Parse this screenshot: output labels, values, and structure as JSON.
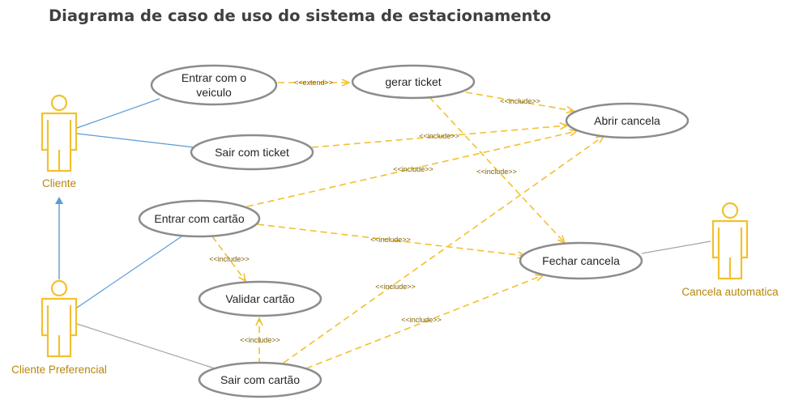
{
  "title": "Diagrama de caso de uso do sistema de estacionamento",
  "colors": {
    "actor": "#f2c12e",
    "actor_label": "#b8860b",
    "dependency": "#f2c12e",
    "association_blue": "#5b9bd5",
    "association_gray": "#a6a6a6",
    "usecase_border": "#8c8c8c"
  },
  "actors": {
    "cliente": "Cliente",
    "cliente_preferencial": "Cliente Preferencial",
    "cancela_automatica": "Cancela automatica"
  },
  "use_cases": {
    "entrar_veiculo": [
      "Entrar com o",
      "veiculo"
    ],
    "gerar_ticket": "gerar ticket",
    "abrir_cancela": "Abrir cancela",
    "sair_ticket": "Sair com ticket",
    "entrar_cartao": "Entrar com cartão",
    "validar_cartao": "Validar cartão",
    "fechar_cancela": "Fechar cancela",
    "sair_cartao": "Sair com cartão"
  },
  "relations": {
    "extend": "<<extend>>",
    "include": "<<include>>"
  }
}
